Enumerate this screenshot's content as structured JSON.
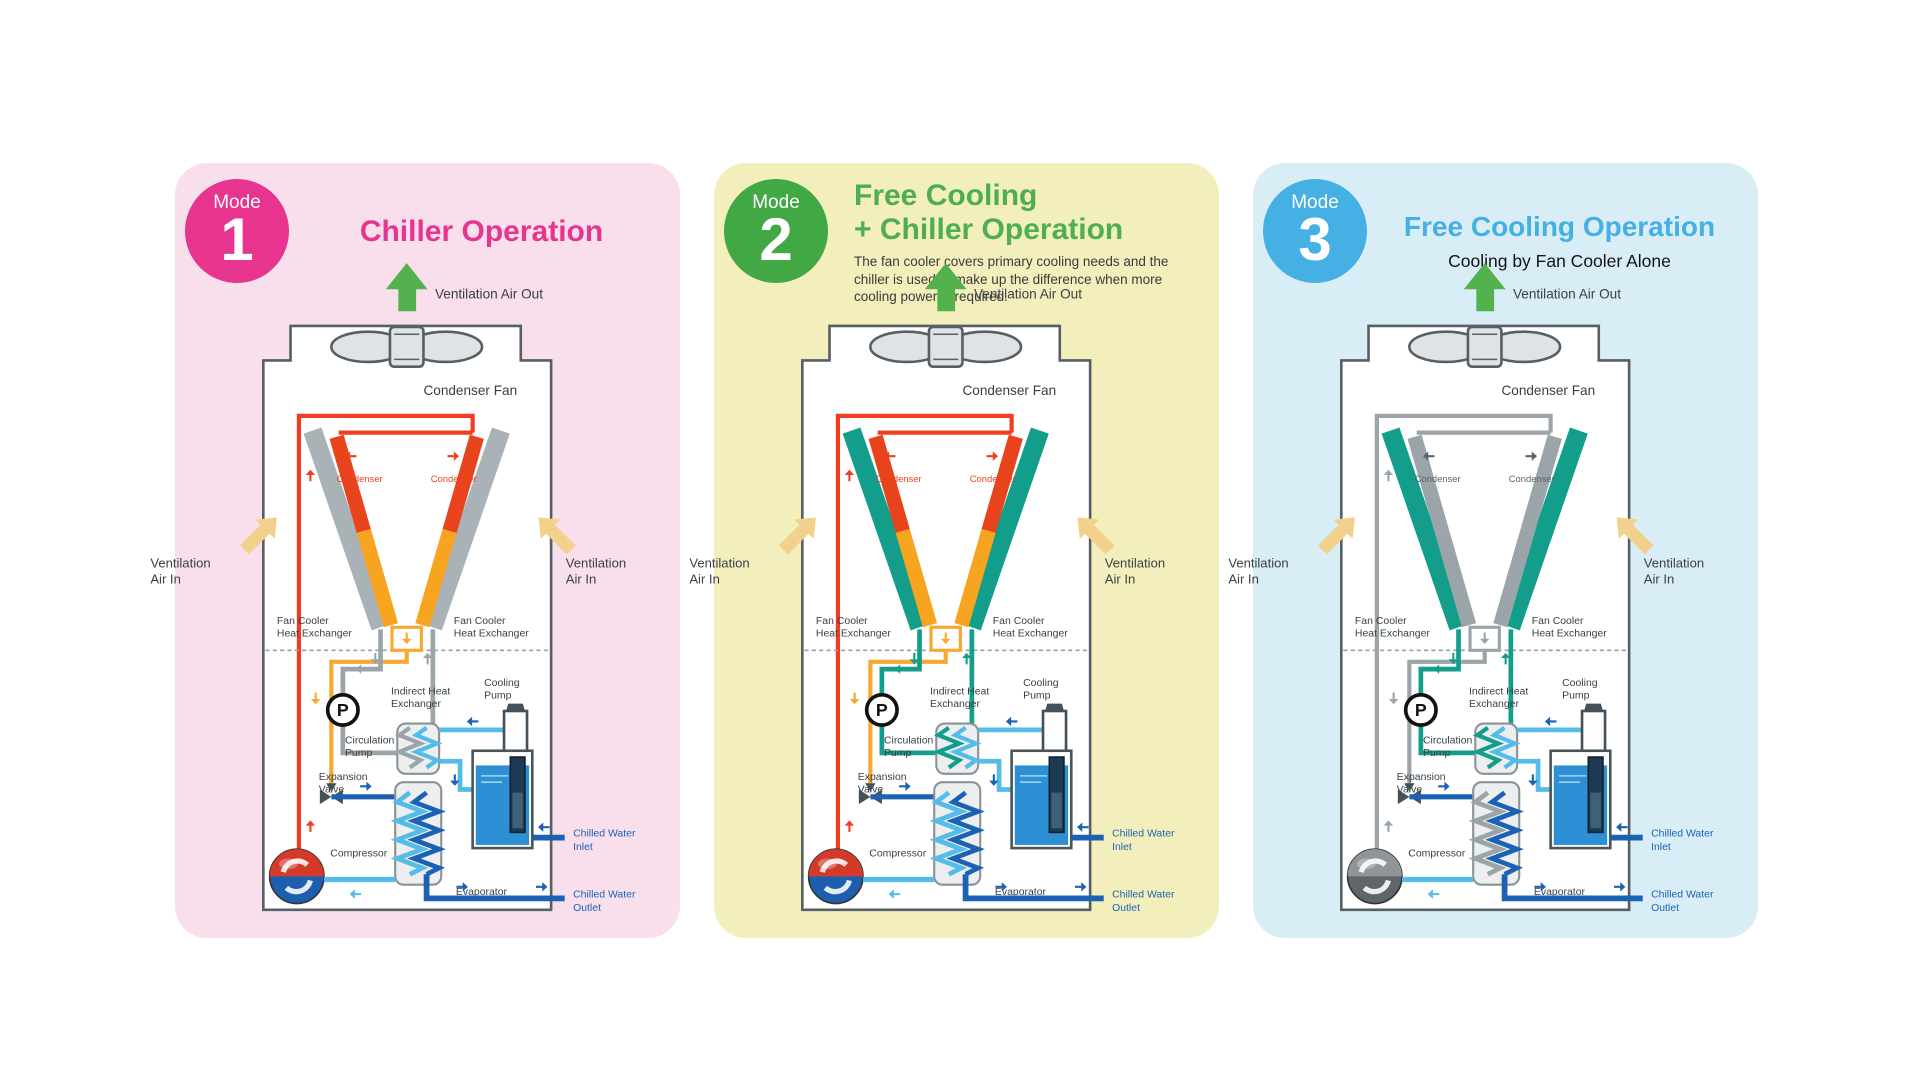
{
  "page": {
    "background": "#ffffff"
  },
  "modes": [
    {
      "badge": "Mode",
      "number": "1",
      "title_line1": "Chiller Operation",
      "title_line2": "",
      "subtitle": "",
      "description": "",
      "colors": {
        "panel_bg": "#f8dfeb",
        "badge_bg": "#e6348f",
        "title": "#e6348f",
        "fan_coil": "#a9b2b6",
        "cond_top": "#e8431c",
        "cond_bottom": "#f7a421",
        "cond_label": "#e8431c",
        "refrigerant": "#f03c23",
        "liquid": "#f7a833",
        "circulation": "#9ba4a8",
        "evap_left": "#55bbe8",
        "comp_top": "#d33a2a",
        "comp_bottom": "#1d5fae"
      }
    },
    {
      "badge": "Mode",
      "number": "2",
      "title_line1": "Free Cooling",
      "title_line2": "+ Chiller Operation",
      "subtitle": "",
      "description": "The fan cooler covers primary cooling needs and the chiller is used to make up the difference when more cooling power is required.",
      "colors": {
        "panel_bg": "#f3efbc",
        "badge_bg": "#41a844",
        "title": "#4fae51",
        "fan_coil": "#139e8b",
        "cond_top": "#e8431c",
        "cond_bottom": "#f7a421",
        "cond_label": "#e8431c",
        "refrigerant": "#f03c23",
        "liquid": "#f7a833",
        "circulation": "#139e8b",
        "evap_left": "#55bbe8",
        "comp_top": "#d33a2a",
        "comp_bottom": "#1d5fae"
      }
    },
    {
      "badge": "Mode",
      "number": "3",
      "title_line1": "Free Cooling Operation",
      "title_line2": "",
      "subtitle": "Cooling by Fan Cooler Alone",
      "description": "",
      "colors": {
        "panel_bg": "#d9edf7",
        "badge_bg": "#45b0e3",
        "title": "#45b0e3",
        "fan_coil": "#139e8b",
        "cond_top": "#9ba4a8",
        "cond_bottom": "#9ba4a8",
        "cond_label": "#5a6468",
        "refrigerant": "#9ba4a8",
        "liquid": "#9ba4a8",
        "circulation": "#139e8b",
        "evap_left": "#9ba4a8",
        "comp_top": "#909698",
        "comp_bottom": "#5f6568"
      }
    }
  ],
  "diagram": {
    "ventilation_air_out": "Ventilation Air Out",
    "condenser_fan": "Condenser Fan",
    "condenser": "Condenser",
    "ventilation_line1": "Ventilation",
    "ventilation_line2": "Air In",
    "fan_cooler_hx_line1": "Fan Cooler",
    "fan_cooler_hx_line2": "Heat Exchanger",
    "cooling_pump_line1": "Cooling",
    "cooling_pump_line2": "Pump",
    "indirect_hx_line1": "Indirect Heat",
    "indirect_hx_line2": "Exchanger",
    "circulation_pump_line1": "Circulation",
    "circulation_pump_line2": "Pump",
    "expansion_valve_line1": "Expansion",
    "expansion_valve_line2": "Valve",
    "compressor": "Compressor",
    "evaporator": "Evaporator",
    "pump_symbol": "P",
    "chilled_inlet_line1": "Chilled Water",
    "chilled_inlet_line2": "Inlet",
    "chilled_outlet_line1": "Chilled Water",
    "chilled_outlet_line2": "Outlet"
  }
}
